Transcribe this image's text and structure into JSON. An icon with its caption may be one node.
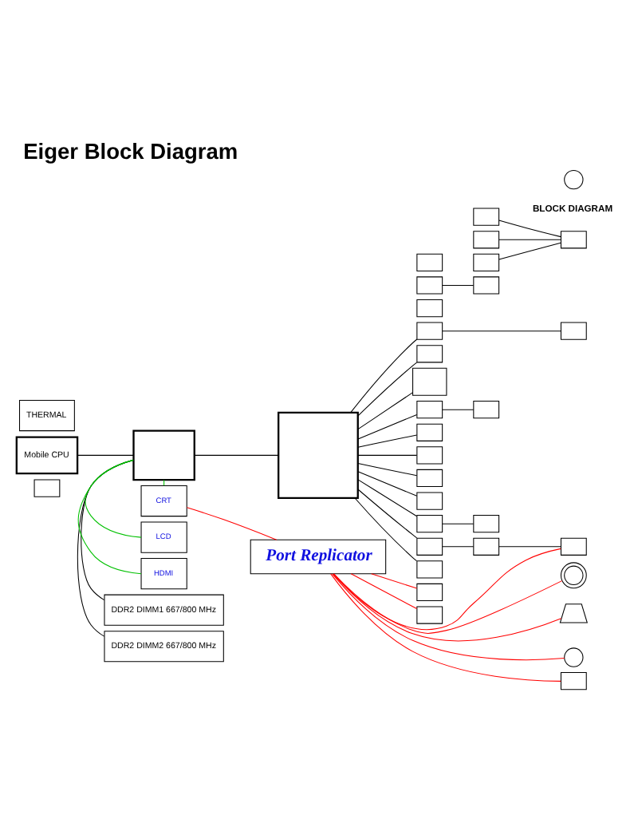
{
  "diagram": {
    "title": "Eiger Block Diagram",
    "nodes": [
      {
        "text": [
          "Port Replicator"
        ]
      },
      {
        "text": [
          "CRT"
        ]
      },
      {
        "text": [
          "LCD"
        ]
      },
      {
        "text": [
          "HDMI"
        ]
      },
      {
        "text": [
          "THERMAL"
        ]
      },
      {
        "text": [
          "Mobile CPU"
        ]
      },
      {
        "text": [],
        "shape": "box"
      },
      {
        "text": [],
        "shape": "box"
      },
      {
        "text": [
          "DDR2 DIMM1 667/800 MHz"
        ]
      },
      {
        "text": [
          "DDR2 DIMM2 667/800 MHz"
        ]
      },
      {
        "text": [],
        "shape": "box"
      },
      {
        "text": [],
        "shape": "box"
      },
      {
        "text": [],
        "shape": "box"
      },
      {
        "text": [],
        "shape": "box"
      },
      {
        "text": [],
        "shape": "box"
      },
      {
        "text": [],
        "shape": "box"
      },
      {
        "text": [],
        "shape": "box"
      },
      {
        "text": [],
        "shape": "box"
      },
      {
        "text": [],
        "shape": "box"
      },
      {
        "text": [],
        "shape": "box"
      },
      {
        "text": [],
        "shape": "box"
      },
      {
        "text": [],
        "shape": "box"
      },
      {
        "text": [],
        "shape": "box"
      },
      {
        "text": [],
        "shape": "box"
      },
      {
        "text": [],
        "shape": "box"
      },
      {
        "text": [],
        "shape": "box"
      },
      {
        "text": [],
        "shape": "box"
      },
      {
        "text": [],
        "shape": "box"
      },
      {
        "text": [],
        "shape": "box"
      },
      {
        "text": [],
        "shape": "box"
      },
      {
        "text": [],
        "shape": "box"
      },
      {
        "text": [],
        "shape": "box"
      },
      {
        "text": [],
        "shape": "box"
      },
      {
        "text": [],
        "shape": "box"
      },
      {
        "text": [],
        "shape": "box"
      },
      {
        "text": [],
        "shape": "box"
      },
      {
        "text": [],
        "shape": "box"
      },
      {
        "text": [],
        "shape": "circle"
      },
      {
        "text": [],
        "shape": "circle"
      },
      {
        "text": [],
        "shape": "speaker"
      },
      {
        "text": [],
        "shape": "circle"
      },
      {
        "text": [],
        "shape": "box"
      }
    ],
    "edges": [
      {
        "from": 5,
        "to": 6,
        "arrow": "none"
      },
      {
        "from": 6,
        "to": 8,
        "arrow": "none"
      },
      {
        "from": 6,
        "to": 9,
        "arrow": "none"
      },
      {
        "from": 6,
        "to": 7,
        "arrow": "none"
      },
      {
        "from": 6,
        "to": 1,
        "arrow": "none",
        "color": "#00c000"
      },
      {
        "from": 6,
        "to": 2,
        "arrow": "none",
        "color": "#00c000"
      },
      {
        "from": 6,
        "to": 3,
        "arrow": "none",
        "color": "#00c000"
      },
      {
        "from": 0,
        "to": 1,
        "arrow": "none",
        "color": "#ff0000"
      },
      {
        "from": 0,
        "to": 13,
        "arrow": "none",
        "color": "#ff0000"
      },
      {
        "from": 7,
        "to": 15,
        "arrow": "none"
      },
      {
        "from": 15,
        "to": 14,
        "arrow": "none"
      },
      {
        "from": 14,
        "to": 13,
        "arrow": "none"
      },
      {
        "from": 7,
        "to": 12,
        "arrow": "none"
      },
      {
        "from": 7,
        "to": 17,
        "arrow": "none"
      },
      {
        "from": 17,
        "to": 16,
        "arrow": "none"
      },
      {
        "from": 7,
        "to": 18,
        "arrow": "none"
      },
      {
        "from": 7,
        "to": 19,
        "arrow": "none"
      },
      {
        "from": 7,
        "to": 20,
        "arrow": "none"
      },
      {
        "from": 7,
        "to": 24,
        "arrow": "none"
      },
      {
        "from": 21,
        "to": 25,
        "arrow": "none"
      },
      {
        "from": 22,
        "to": 25,
        "arrow": "none"
      },
      {
        "from": 23,
        "to": 25,
        "arrow": "none"
      },
      {
        "from": 7,
        "to": 28,
        "arrow": "none"
      },
      {
        "from": 28,
        "to": 26,
        "arrow": "none"
      },
      {
        "from": 29,
        "to": 27,
        "arrow": "none"
      },
      {
        "from": 7,
        "to": 30,
        "arrow": "none"
      },
      {
        "from": 7,
        "to": 31,
        "arrow": "none"
      },
      {
        "from": 7,
        "to": 32,
        "arrow": "none"
      },
      {
        "from": 32,
        "to": 36,
        "arrow": "none"
      },
      {
        "from": 0,
        "to": 34,
        "arrow": "none",
        "color": "#ff0000"
      },
      {
        "from": 0,
        "to": 35,
        "arrow": "none",
        "color": "#ff0000"
      },
      {
        "from": 0,
        "to": 38,
        "arrow": "none",
        "color": "#ff0000"
      },
      {
        "from": 0,
        "to": 39,
        "arrow": "none",
        "color": "#ff0000"
      },
      {
        "from": 0,
        "to": 40,
        "arrow": "none",
        "color": "#ff0000"
      },
      {
        "from": 0,
        "to": 41,
        "arrow": "none",
        "color": "#ff0000"
      }
    ],
    "labels": [
      "BLOCK DIAGRAM"
    ]
  }
}
